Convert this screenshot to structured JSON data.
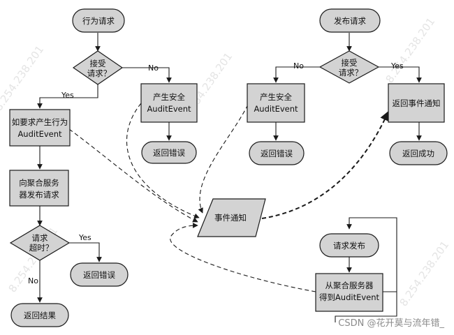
{
  "colors": {
    "fill": "#d3d3d3",
    "stroke": "#1a1a1a",
    "watermark": "#cfcfcf",
    "footer": "#8a8a8a"
  },
  "nodes": {
    "behavior_request": "行为请求",
    "accept_request_left": [
      "接受",
      "请求？"
    ],
    "produce_security_left": [
      "产生安全",
      "AuditEvent"
    ],
    "return_error_1": "返回错误",
    "if_required": [
      "如要求产生行为",
      "AuditEvent"
    ],
    "request_aggregate": [
      "向聚合服务",
      "器发布请求"
    ],
    "request_timeout": [
      "请求",
      "超时？"
    ],
    "return_error_2": "返回错误",
    "return_result": "返回结果",
    "publish_request": "发布请求",
    "accept_request_right": [
      "接受",
      "请求？"
    ],
    "produce_security_right": [
      "产生安全",
      "AuditEvent"
    ],
    "return_error_3": "返回错误",
    "return_event_notice": "返回事件通知",
    "return_success": "返回成功",
    "event_notice": "事件通知",
    "request_publish": "请求发布",
    "get_from_aggregate": [
      "从聚合服务器",
      "得到AuditEvent"
    ]
  },
  "labels": {
    "no": "No",
    "yes": "Yes"
  },
  "watermark": "CSDN @花开莫与流年错_"
}
